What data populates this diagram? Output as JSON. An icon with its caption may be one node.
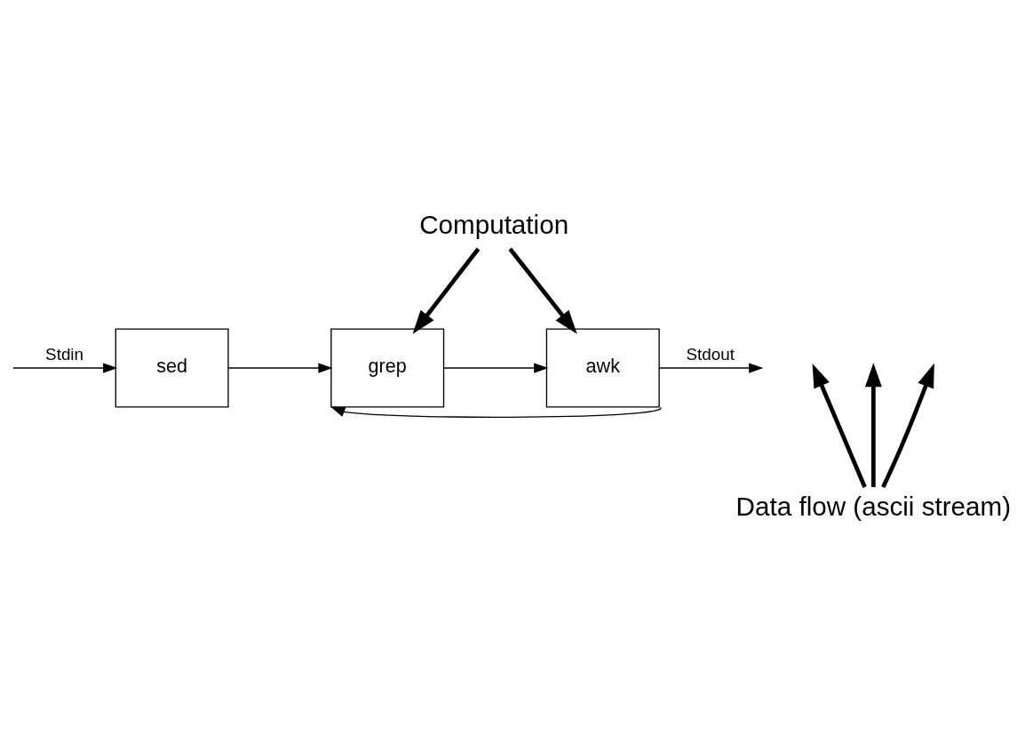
{
  "diagram": {
    "nodes": [
      {
        "text": [
          "Computation"
        ]
      },
      {
        "text": [
          "sed"
        ]
      },
      {
        "text": [
          "grep"
        ]
      },
      {
        "text": [
          "awk"
        ]
      },
      {
        "text": [
          "Data flow (ascii stream)"
        ]
      }
    ],
    "edges": [
      {
        "from": 0,
        "to": 2,
        "arrow": "to",
        "style": "thick"
      },
      {
        "from": 0,
        "to": 3,
        "arrow": "to",
        "style": "thick"
      },
      {
        "from": null,
        "to": 1,
        "arrow": "to",
        "label": "Stdin"
      },
      {
        "from": 1,
        "to": 2,
        "arrow": "to"
      },
      {
        "from": 2,
        "to": 3,
        "arrow": "to"
      },
      {
        "from": 3,
        "to": null,
        "arrow": "to",
        "label": "Stdout"
      },
      {
        "from": 3,
        "to": 2,
        "arrow": "to"
      },
      {
        "from": 4,
        "to": null,
        "arrow": "to",
        "style": "thick"
      },
      {
        "from": 4,
        "to": null,
        "arrow": "to",
        "style": "thick"
      },
      {
        "from": 4,
        "to": null,
        "arrow": "to",
        "style": "thick"
      }
    ]
  }
}
